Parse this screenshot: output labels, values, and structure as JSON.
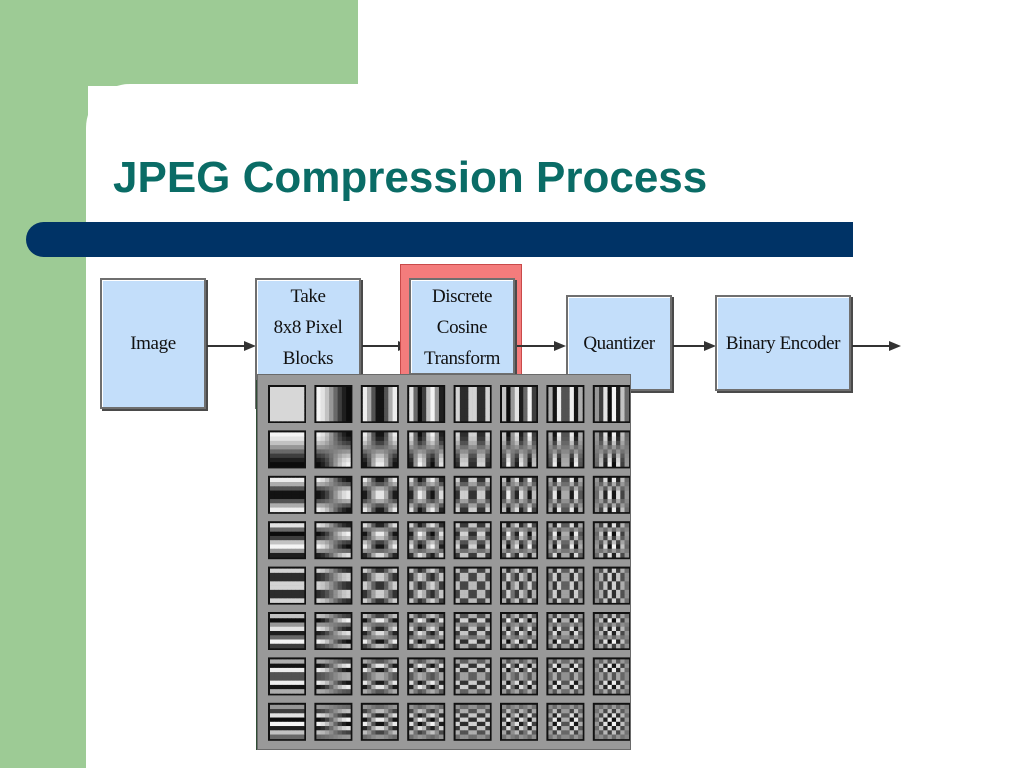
{
  "slide": {
    "title": "JPEG Compression Process",
    "colors": {
      "title": "#0a6c66",
      "accent_bar": "#003366",
      "side_strip": "#9dcb95",
      "box_fill": "#c3defa",
      "highlight": "#f47c7c"
    }
  },
  "flow": {
    "steps": [
      {
        "label": "Image"
      },
      {
        "label": "Take\n8x8 Pixel\nBlocks"
      },
      {
        "label": "Discrete\nCosine\nTransform",
        "highlighted": true
      },
      {
        "label": "Quantizer"
      },
      {
        "label": "Binary Encoder"
      }
    ]
  },
  "dct_basis": {
    "grid_rows": 8,
    "grid_cols": 8,
    "description_visible": false
  }
}
